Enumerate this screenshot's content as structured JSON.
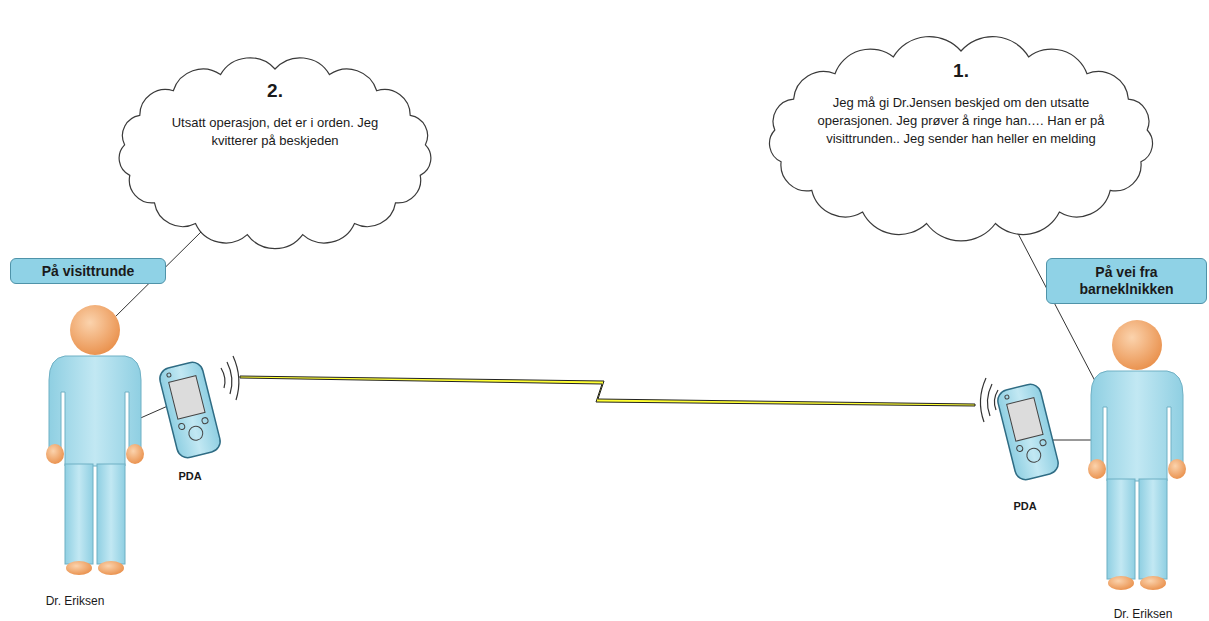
{
  "diagram": {
    "nodes": [
      {
        "text": [
          "2.",
          "Utsatt operasjon, det er i orden. Jeg kvitterer på beskjeden"
        ]
      },
      {
        "text": [
          "1.",
          "Jeg må gi Dr.Jensen beskjed om den utsatte operasjonen. Jeg prøver å ringe han…. Han er på visittrunden.. Jeg sender han heller en melding"
        ]
      },
      {
        "text": [
          "På visittrunde"
        ]
      },
      {
        "text": [
          "På vei fra barneklnikken"
        ]
      }
    ],
    "labels": [
      "PDA",
      "PDA",
      "Dr. Eriksen",
      "Dr. Eriksen"
    ]
  }
}
